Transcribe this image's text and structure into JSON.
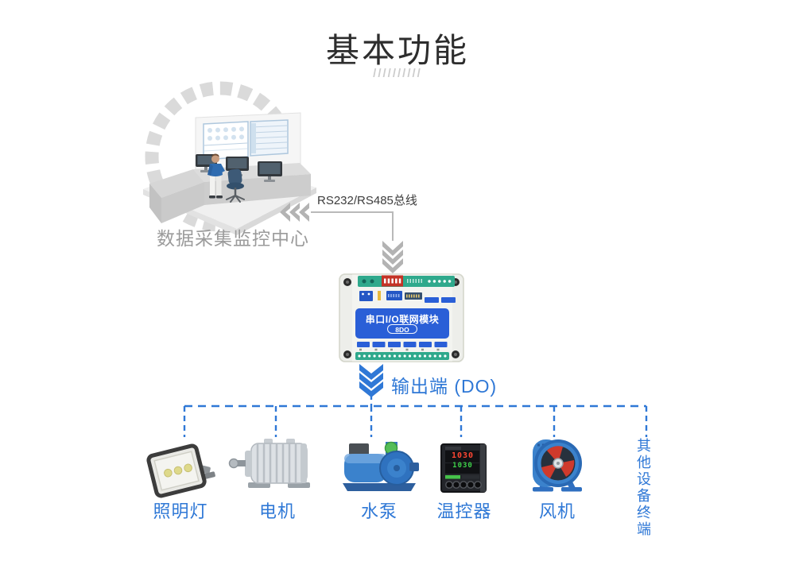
{
  "page": {
    "title": "基本功能",
    "decor": "//////////"
  },
  "control_center": {
    "label": "数据采集监控中心",
    "icon": "control-room-illustration"
  },
  "bus": {
    "label": "RS232/RS485总线",
    "left_arrow_icon": "triple-chevron-left-icon",
    "down_arrow_icon": "triple-chevron-down-icon"
  },
  "module": {
    "title": "串口I/O联网模块",
    "badge": "8DO",
    "icon": "io-module-illustration"
  },
  "output": {
    "label": "输出端 (DO)",
    "arrow_icon": "triple-chevron-down-blue-icon"
  },
  "devices": [
    {
      "label": "照明灯",
      "icon": "floodlight-icon"
    },
    {
      "label": "电机",
      "icon": "motor-icon"
    },
    {
      "label": "水泵",
      "icon": "water-pump-icon"
    },
    {
      "label": "温控器",
      "icon": "thermostat-icon",
      "display_top": "1030",
      "display_bottom": "1030"
    },
    {
      "label": "风机",
      "icon": "fan-icon"
    }
  ],
  "other_terminal": {
    "label": "其他设备终端"
  },
  "colors": {
    "accent_blue": "#2f78d6",
    "module_panel_blue": "#2a5fd7",
    "terminal_green": "#2fa98c",
    "dip_red": "#c43326",
    "line_gray": "#b3b3b3",
    "label_gray": "#9b9b9b",
    "title_dark": "#2d2d2d",
    "thermo_red": "#ff4633",
    "thermo_green": "#3ed24a"
  }
}
